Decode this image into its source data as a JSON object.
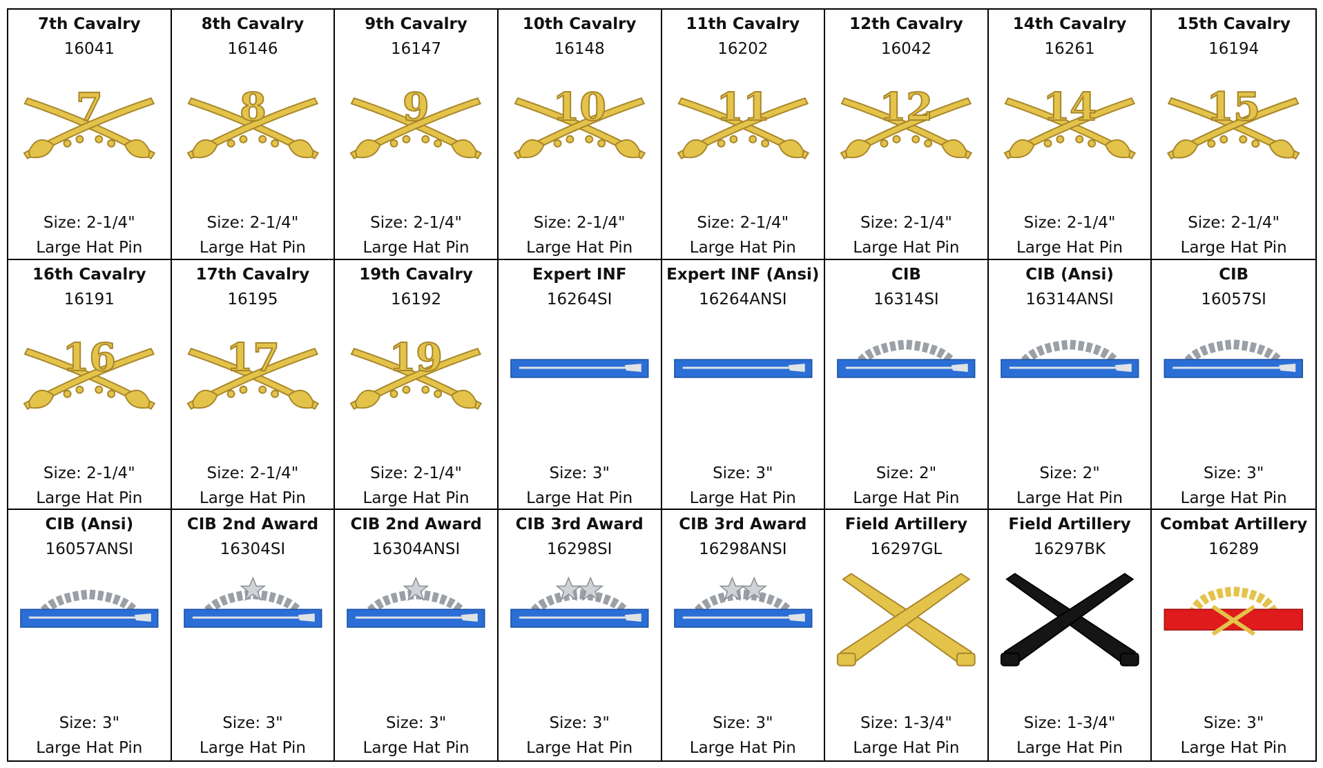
{
  "colors": {
    "gold": "#e3c34a",
    "gold_dark": "#a8862a",
    "blue": "#2a6ed6",
    "silver": "#9aa0a6",
    "black": "#151515",
    "red": "#e01b1b"
  },
  "badges": [
    {
      "name": "7th Cavalry",
      "code": "16041",
      "size": "Size: 2-1/4\"",
      "type": "Large Hat Pin",
      "icon": "crossed-sabers-icon",
      "numeral": "7"
    },
    {
      "name": "8th Cavalry",
      "code": "16146",
      "size": "Size: 2-1/4\"",
      "type": "Large Hat Pin",
      "icon": "crossed-sabers-icon",
      "numeral": "8"
    },
    {
      "name": "9th Cavalry",
      "code": "16147",
      "size": "Size: 2-1/4\"",
      "type": "Large Hat Pin",
      "icon": "crossed-sabers-icon",
      "numeral": "9"
    },
    {
      "name": "10th Cavalry",
      "code": "16148",
      "size": "Size: 2-1/4\"",
      "type": "Large Hat Pin",
      "icon": "crossed-sabers-icon",
      "numeral": "10"
    },
    {
      "name": "11th Cavalry",
      "code": "16202",
      "size": "Size: 2-1/4\"",
      "type": "Large Hat Pin",
      "icon": "crossed-sabers-icon",
      "numeral": "11"
    },
    {
      "name": "12th Cavalry",
      "code": "16042",
      "size": "Size: 2-1/4\"",
      "type": "Large Hat Pin",
      "icon": "crossed-sabers-icon",
      "numeral": "12"
    },
    {
      "name": "14th Cavalry",
      "code": "16261",
      "size": "Size: 2-1/4\"",
      "type": "Large Hat Pin",
      "icon": "crossed-sabers-icon",
      "numeral": "14"
    },
    {
      "name": "15th Cavalry",
      "code": "16194",
      "size": "Size: 2-1/4\"",
      "type": "Large Hat Pin",
      "icon": "crossed-sabers-icon",
      "numeral": "15"
    },
    {
      "name": "16th Cavalry",
      "code": "16191",
      "size": "Size: 2-1/4\"",
      "type": "Large Hat Pin",
      "icon": "crossed-sabers-icon",
      "numeral": "16"
    },
    {
      "name": "17th Cavalry",
      "code": "16195",
      "size": "Size: 2-1/4\"",
      "type": "Large Hat Pin",
      "icon": "crossed-sabers-icon",
      "numeral": "17"
    },
    {
      "name": "19th Cavalry",
      "code": "16192",
      "size": "Size: 2-1/4\"",
      "type": "Large Hat Pin",
      "icon": "crossed-sabers-icon",
      "numeral": "19"
    },
    {
      "name": "Expert INF",
      "code": "16264SI",
      "size": "Size: 3\"",
      "type": "Large Hat Pin",
      "icon": "rifle-bar-icon"
    },
    {
      "name": "Expert INF (Ansi)",
      "code": "16264ANSI",
      "size": "Size: 3\"",
      "type": "Large Hat Pin",
      "icon": "rifle-bar-icon"
    },
    {
      "name": "CIB",
      "code": "16314SI",
      "size": "Size: 2\"",
      "type": "Large Hat Pin",
      "icon": "rifle-wreath-icon"
    },
    {
      "name": "CIB (Ansi)",
      "code": "16314ANSI",
      "size": "Size: 2\"",
      "type": "Large Hat Pin",
      "icon": "rifle-wreath-icon"
    },
    {
      "name": "CIB",
      "code": "16057SI",
      "size": "Size: 3\"",
      "type": "Large Hat Pin",
      "icon": "rifle-wreath-icon"
    },
    {
      "name": "CIB (Ansi)",
      "code": "16057ANSI",
      "size": "Size: 3\"",
      "type": "Large Hat Pin",
      "icon": "rifle-wreath-icon"
    },
    {
      "name": "CIB 2nd Award",
      "code": "16304SI",
      "size": "Size: 3\"",
      "type": "Large Hat Pin",
      "icon": "rifle-wreath-star-icon",
      "stars": 1
    },
    {
      "name": "CIB 2nd Award",
      "code": "16304ANSI",
      "size": "Size: 3\"",
      "type": "Large Hat Pin",
      "icon": "rifle-wreath-star-icon",
      "stars": 1
    },
    {
      "name": "CIB 3rd Award",
      "code": "16298SI",
      "size": "Size: 3\"",
      "type": "Large Hat Pin",
      "icon": "rifle-wreath-star-icon",
      "stars": 2
    },
    {
      "name": "CIB 3rd Award",
      "code": "16298ANSI",
      "size": "Size: 3\"",
      "type": "Large Hat Pin",
      "icon": "rifle-wreath-star-icon",
      "stars": 2
    },
    {
      "name": "Field Artillery",
      "code": "16297GL",
      "size": "Size: 1-3/4\"",
      "type": "Large Hat Pin",
      "icon": "crossed-cannons-icon",
      "color": "gold"
    },
    {
      "name": "Field Artillery",
      "code": "16297BK",
      "size": "Size: 1-3/4\"",
      "type": "Large Hat Pin",
      "icon": "crossed-cannons-icon",
      "color": "black"
    },
    {
      "name": "Combat Artillery",
      "code": "16289",
      "size": "Size: 3\"",
      "type": "Large Hat Pin",
      "icon": "combat-artillery-icon"
    }
  ]
}
